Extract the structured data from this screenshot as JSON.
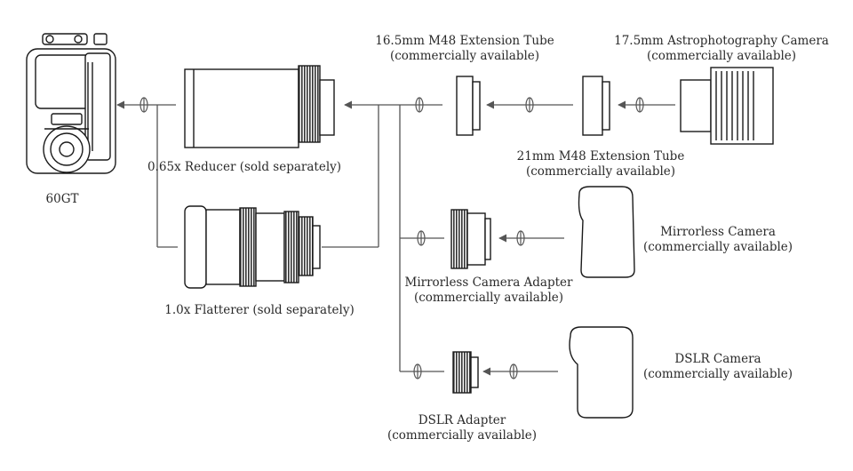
{
  "labels": {
    "telescope": "60GT",
    "reducer": "0.65x Reducer (sold separately)",
    "flattener": "1.0x Flatterer (sold separately)",
    "ext_tube_165": "16.5mm M48 Extension Tube",
    "ext_tube_21": "21mm M48 Extension Tube",
    "astro_camera": "17.5mm Astrophotography Camera",
    "mirrorless_adapter": "Mirrorless Camera Adapter",
    "mirrorless_camera": "Mirrorless Camera",
    "dslr_adapter": "DSLR Adapter",
    "dslr_camera": "DSLR Camera",
    "commercial": "(commercially available)"
  },
  "colors": {
    "line": "#555555",
    "outline": "#1a1a1a",
    "text": "#2a2a2a",
    "knurl": "#333333"
  },
  "icons": {
    "rotate": "rotate-arrow-icon",
    "flow": "arrow-left-icon"
  }
}
